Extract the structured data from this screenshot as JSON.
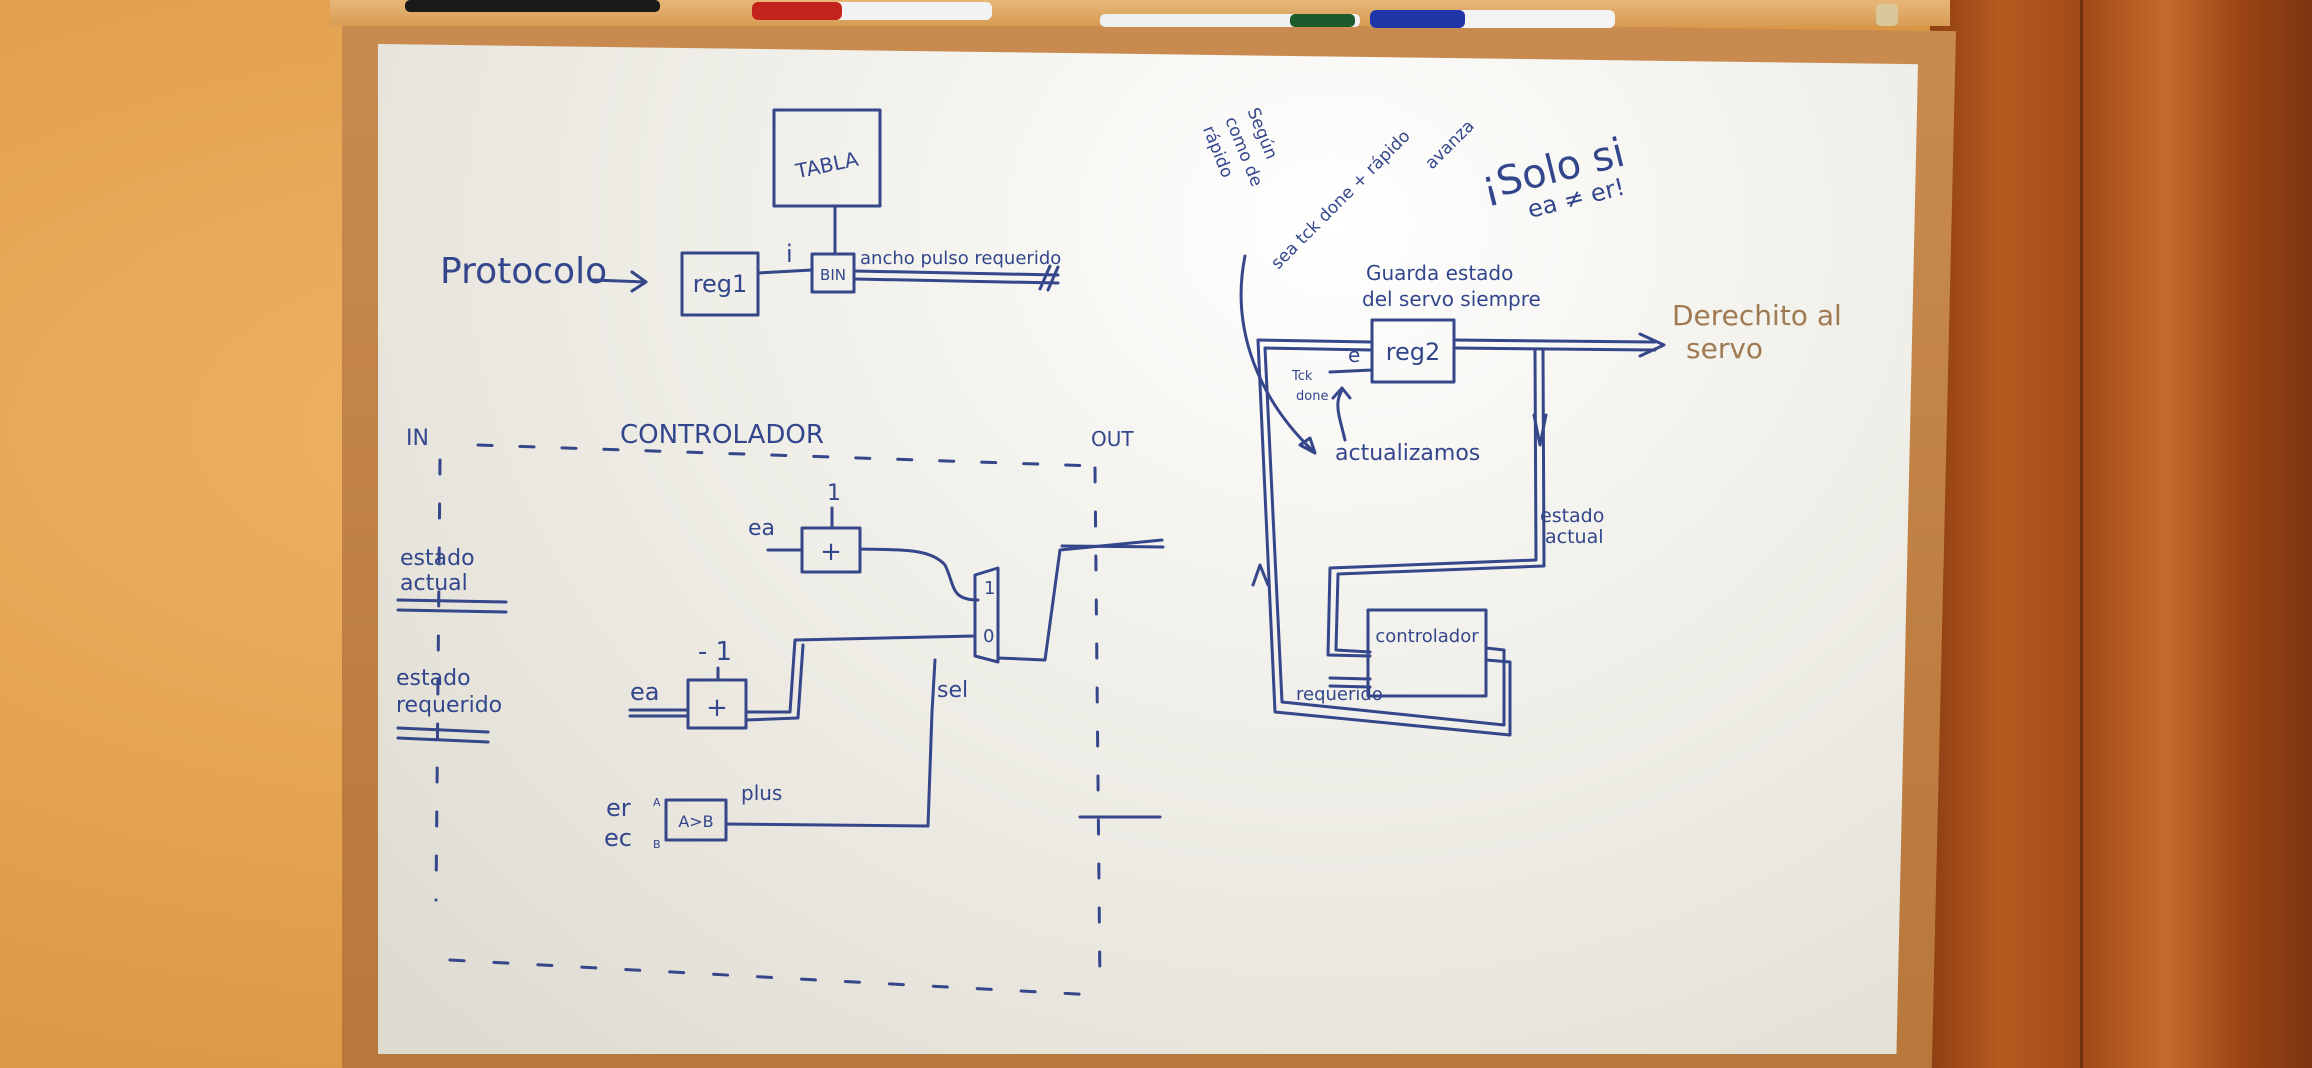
{
  "top_diagram": {
    "table": "TABLA",
    "protocol": "Protocolo",
    "reg1": "reg1",
    "bin": "BIN",
    "index": "i",
    "width_label": "ancho pulso requerido"
  },
  "controller": {
    "title": "CONTROLADOR",
    "in": "IN",
    "out": "OUT",
    "state_current": [
      "estado",
      "actual"
    ],
    "state_required": [
      "estado",
      "requerido"
    ],
    "adder_top": {
      "input": "ea",
      "const": "1",
      "op": "+"
    },
    "adder_bottom": {
      "input": "ea",
      "const": "- 1",
      "op": "+"
    },
    "mux": {
      "in1": "1",
      "in0": "0",
      "sel": "sel"
    },
    "comparator": {
      "op": "A>B",
      "a": "A",
      "b": "B",
      "in_a": "er",
      "in_b": "ec",
      "out": "plus"
    }
  },
  "right_diagram": {
    "note_left": [
      "Según",
      "como de",
      "rápido",
      "sea tck done + rápido",
      "avanza"
    ],
    "note_right": [
      "¡Solo si",
      "ea ≠ er!"
    ],
    "save_state": [
      "Guarda estado",
      "del servo siempre"
    ],
    "reg2": "reg2",
    "enable": "e",
    "tick": [
      "Tck",
      "done"
    ],
    "update": "actualizamos",
    "direct": [
      "Derechito al",
      "servo"
    ],
    "current": [
      "estado",
      "actual"
    ],
    "controller": "controlador",
    "required": "requerido"
  }
}
